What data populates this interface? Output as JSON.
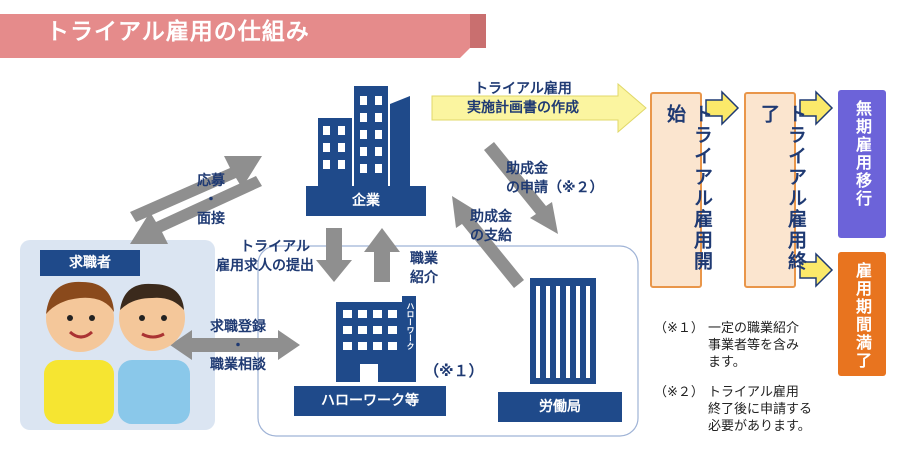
{
  "title": "トライアル雇用の仕組み",
  "nodes": {
    "company": "企業",
    "hellowork": "ハローワーク等",
    "labor_bureau": "労働局",
    "job_seeker": "求職者",
    "hellowork_sign": "ハローワーク"
  },
  "labels": {
    "apply_interview": "応募・面接",
    "apply_line1": "応募",
    "apply_dot": "・",
    "apply_line2": "面接",
    "trial_offer_line1": "トライアル",
    "trial_offer_line2": "雇用求人の提出",
    "referral_line1": "職業",
    "referral_line2": "紹介",
    "register_line1": "求職登録",
    "register_dot": "・",
    "register_line2": "職業相談",
    "plan_line1": "トライアル雇用",
    "plan_line2": "実施計画書の作成",
    "subsidy_apply_line1": "助成金",
    "subsidy_apply_line2": "の申請（※２）",
    "subsidy_pay_line1": "助成金",
    "subsidy_pay_line2": "の支給",
    "note1_marker": "（※１）"
  },
  "flow": {
    "start": "トライアル雇用開始",
    "end": "トライアル雇用終了",
    "outcome_permanent": "無期雇用移行",
    "outcome_expiry": "雇用期間満了"
  },
  "notes": {
    "n1_marker": "（※１）",
    "n1_line1": "一定の職業紹介",
    "n1_line2": "事業者等を含み",
    "n1_line3": "ます。",
    "n2_marker": "（※２）",
    "n2_line1": "トライアル雇用",
    "n2_line2": "終了後に申請する",
    "n2_line3": "必要があります。"
  },
  "colors": {
    "navy": "#1f4a8a",
    "banner": "#e58b8b",
    "orange_box": "#fbe5cf",
    "orange_border": "#e9964a",
    "purple": "#6c63d9",
    "orange_fill": "#e8741f",
    "yellow_arrow": "#fbf5a0",
    "gray_arrow": "#8f8f8f",
    "seeker_bg": "#dbe5f2"
  }
}
